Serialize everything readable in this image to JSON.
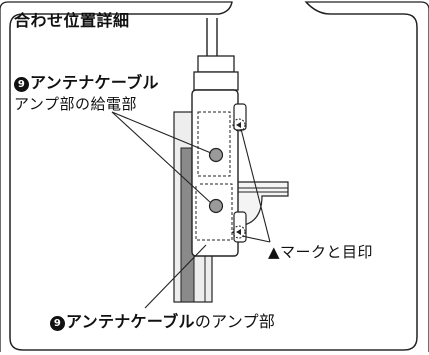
{
  "title": "合わせ位置詳細",
  "callout_top": {
    "number": "9",
    "name": "アンテナケーブル",
    "sub": "アンプ部の給電部"
  },
  "callout_right": {
    "text": "▲マークと目印"
  },
  "callout_bottom": {
    "number": "9",
    "name": "アンテナケーブル",
    "suffix": "のアンプ部"
  }
}
